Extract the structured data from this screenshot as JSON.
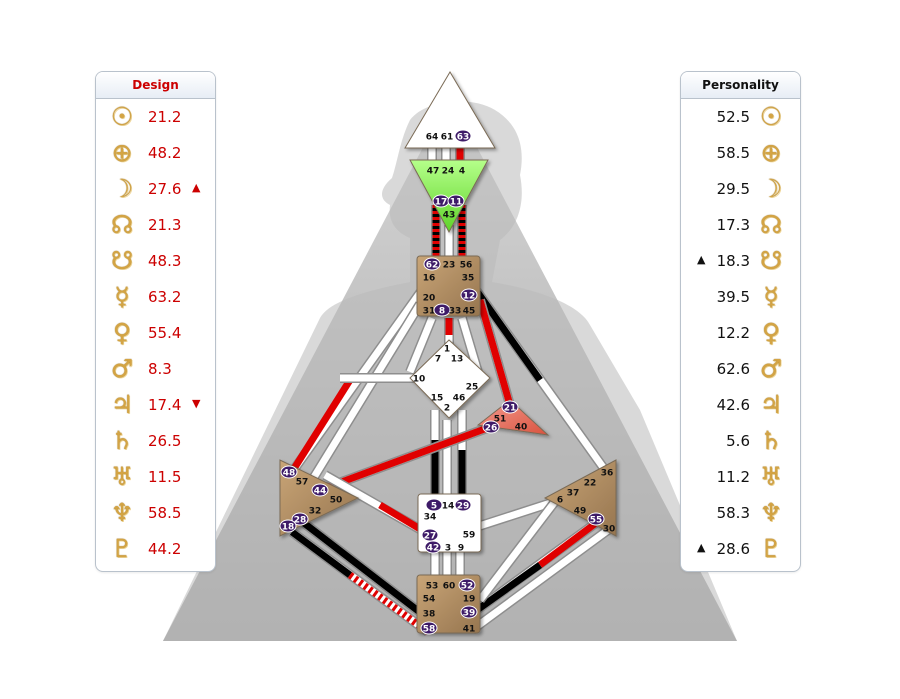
{
  "design": {
    "title": "Design",
    "rows": [
      {
        "planet": "sun-icon",
        "glyph": "☉",
        "value": "21.2",
        "mark": ""
      },
      {
        "planet": "earth-icon",
        "glyph": "⊕",
        "value": "48.2",
        "mark": ""
      },
      {
        "planet": "moon-icon",
        "glyph": "☽",
        "value": "27.6",
        "mark": "▲"
      },
      {
        "planet": "north-node-icon",
        "glyph": "☊",
        "value": "21.3",
        "mark": ""
      },
      {
        "planet": "south-node-icon",
        "glyph": "☋",
        "value": "48.3",
        "mark": ""
      },
      {
        "planet": "mercury-icon",
        "glyph": "☿",
        "value": "63.2",
        "mark": ""
      },
      {
        "planet": "venus-icon",
        "glyph": "♀",
        "value": "55.4",
        "mark": ""
      },
      {
        "planet": "mars-icon",
        "glyph": "♂",
        "value": "8.3",
        "mark": ""
      },
      {
        "planet": "jupiter-icon",
        "glyph": "♃",
        "value": "17.4",
        "mark": "▼"
      },
      {
        "planet": "saturn-icon",
        "glyph": "♄",
        "value": "26.5",
        "mark": ""
      },
      {
        "planet": "uranus-icon",
        "glyph": "♅",
        "value": "11.5",
        "mark": ""
      },
      {
        "planet": "neptune-icon",
        "glyph": "♆",
        "value": "58.5",
        "mark": ""
      },
      {
        "planet": "pluto-icon",
        "glyph": "♇",
        "value": "44.2",
        "mark": ""
      }
    ]
  },
  "personality": {
    "title": "Personality",
    "rows": [
      {
        "planet": "sun-icon",
        "glyph": "☉",
        "value": "52.5",
        "mark": ""
      },
      {
        "planet": "earth-icon",
        "glyph": "⊕",
        "value": "58.5",
        "mark": ""
      },
      {
        "planet": "moon-icon",
        "glyph": "☽",
        "value": "29.5",
        "mark": ""
      },
      {
        "planet": "north-node-icon",
        "glyph": "☊",
        "value": "17.3",
        "mark": ""
      },
      {
        "planet": "south-node-icon",
        "glyph": "☋",
        "value": "18.3",
        "mark": "▲"
      },
      {
        "planet": "mercury-icon",
        "glyph": "☿",
        "value": "39.5",
        "mark": ""
      },
      {
        "planet": "venus-icon",
        "glyph": "♀",
        "value": "12.2",
        "mark": ""
      },
      {
        "planet": "mars-icon",
        "glyph": "♂",
        "value": "62.6",
        "mark": ""
      },
      {
        "planet": "jupiter-icon",
        "glyph": "♃",
        "value": "42.6",
        "mark": ""
      },
      {
        "planet": "saturn-icon",
        "glyph": "♄",
        "value": "5.6",
        "mark": ""
      },
      {
        "planet": "uranus-icon",
        "glyph": "♅",
        "value": "11.2",
        "mark": ""
      },
      {
        "planet": "neptune-icon",
        "glyph": "♆",
        "value": "58.3",
        "mark": ""
      },
      {
        "planet": "pluto-icon",
        "glyph": "♇",
        "value": "28.6",
        "mark": "▲"
      }
    ]
  },
  "colors": {
    "design": "#e00000",
    "personality": "#000000",
    "channel_white": "#ffffff",
    "head_center": "#ffffff",
    "ajna_center": "#8af04a",
    "ego_center": "#ec6d5e",
    "motor_center": "#b08a5c",
    "active_gate": "#3e1b68",
    "glyph_gold": "#d4a444",
    "background_gray": "#c2c2c2"
  },
  "centers": {
    "head": {
      "gates": [
        "64",
        "61",
        "63"
      ]
    },
    "ajna": {
      "gates": [
        "47",
        "24",
        "4",
        "17",
        "11",
        "43"
      ]
    },
    "throat": {
      "gates": [
        "62",
        "23",
        "56",
        "16",
        "35",
        "20",
        "12",
        "31",
        "8",
        "33",
        "45"
      ]
    },
    "g": {
      "gates": [
        "1",
        "7",
        "13",
        "10",
        "25",
        "15",
        "46",
        "2"
      ]
    },
    "ego": {
      "gates": [
        "21",
        "51",
        "26",
        "40"
      ]
    },
    "spleen": {
      "gates": [
        "48",
        "57",
        "44",
        "50",
        "32",
        "28",
        "18"
      ]
    },
    "sacral": {
      "gates": [
        "5",
        "14",
        "29",
        "34",
        "27",
        "59",
        "42",
        "3",
        "9"
      ]
    },
    "solar_plexus": {
      "gates": [
        "36",
        "22",
        "6",
        "37",
        "49",
        "55",
        "30"
      ]
    },
    "root": {
      "gates": [
        "53",
        "60",
        "52",
        "54",
        "19",
        "38",
        "39",
        "58",
        "41"
      ]
    }
  }
}
